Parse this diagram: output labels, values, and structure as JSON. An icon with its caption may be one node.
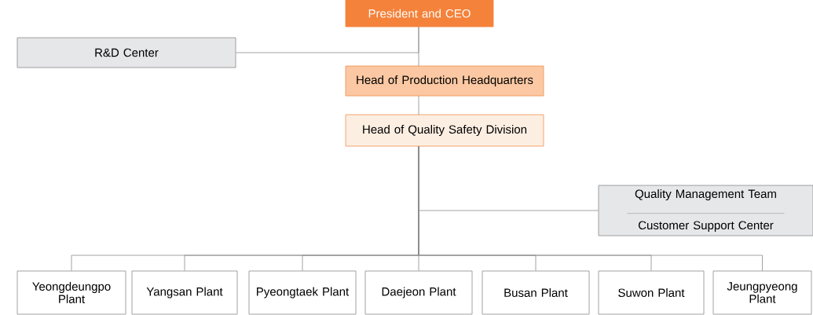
{
  "diagram": {
    "nodes": [
      {
        "text": [
          "President and CEO"
        ]
      },
      {
        "text": [
          "R&D Center"
        ]
      },
      {
        "text": [
          "Head of Production Headquarters"
        ]
      },
      {
        "text": [
          "Head of Quality Safety Division"
        ]
      },
      {
        "text": [
          "Quality Management Team",
          "Customer Support Center"
        ]
      },
      {
        "text": [
          "Yeongdeungpo Plant"
        ]
      },
      {
        "text": [
          "Yangsan Plant"
        ]
      },
      {
        "text": [
          "Pyeongtaek Plant"
        ]
      },
      {
        "text": [
          "Daejeon Plant"
        ]
      },
      {
        "text": [
          "Busan Plant"
        ]
      },
      {
        "text": [
          "Suwon Plant"
        ]
      },
      {
        "text": [
          "Jeungpyeong Plant"
        ]
      }
    ],
    "edges": [
      {
        "from": 0,
        "to": 1,
        "arrow": "none"
      },
      {
        "from": 0,
        "to": 2,
        "arrow": "none"
      },
      {
        "from": 2,
        "to": 3,
        "arrow": "none"
      },
      {
        "from": 3,
        "to": 4,
        "arrow": "none"
      },
      {
        "from": 3,
        "to": 5,
        "arrow": "none"
      },
      {
        "from": 3,
        "to": 6,
        "arrow": "none"
      },
      {
        "from": 3,
        "to": 7,
        "arrow": "none"
      },
      {
        "from": 3,
        "to": 8,
        "arrow": "none"
      },
      {
        "from": 3,
        "to": 9,
        "arrow": "none"
      },
      {
        "from": 3,
        "to": 10,
        "arrow": "none"
      },
      {
        "from": 3,
        "to": 11,
        "arrow": "none"
      }
    ]
  }
}
